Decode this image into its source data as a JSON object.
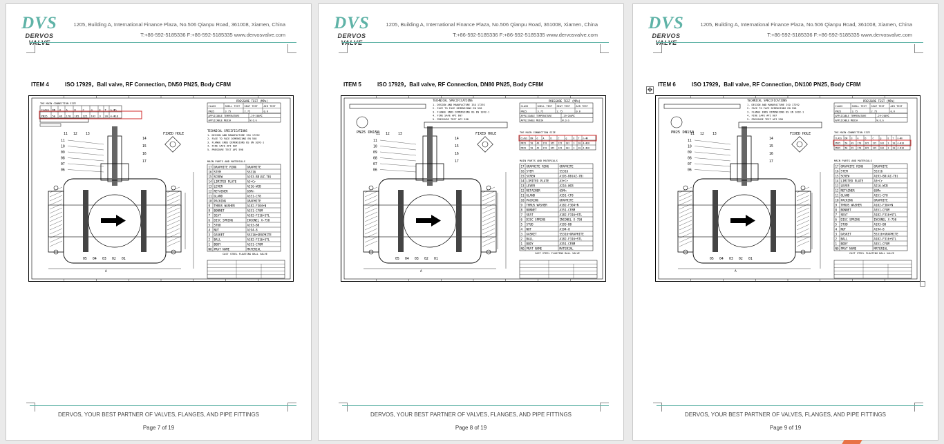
{
  "header": {
    "logo_mark": "DVS",
    "logo_text": "DERVOS VALVE",
    "address": "1205, Building A, International Finance Plaza, No.506 Qianpu Road, 361008, Xiamen, China",
    "contact": "T:+86-592-5185336   F:+86-592-5185335   www.dervosvalve.com"
  },
  "footer": {
    "tagline": "DERVOS, YOUR BEST PARTNER OF VALVES, FLANGES, AND PIPE FITTINGS"
  },
  "drawing_labels": {
    "conn_title": "THE MAIN CONNECTION SIZE",
    "pressure_title": "PRESSURE TEST (MPa)",
    "tech_title": "TECHNICAL SPECIFICATIONS",
    "fixed_hole": "FIXED HOLE",
    "parts_title": "MAIN PARTS AND MATERIALS",
    "valve_title": "CAST STEEL FLOATING BALL VALVE",
    "pn_label": "PN25  DN150"
  },
  "pages": [
    {
      "item_label": "ITEM 4",
      "item_desc": "ISO 17929，Ball valve, RF Connection, DN50 PN25, Body CF8M",
      "page_label": "Page 7 of 19"
    },
    {
      "item_label": "ITEM 5",
      "item_desc": "ISO 17929，Ball valve, RF Connection, DN80 PN25, Body CF8M",
      "page_label": "Page 8 of 19"
    },
    {
      "item_label": "ITEM 6",
      "item_desc": "ISO 17929，Ball valve, RF Connection, DN100 PN25, Body CF8M",
      "page_label": "Page 9 of 19"
    }
  ],
  "parts": [
    [
      "17",
      "GRAPHITE RING",
      "GRAPHITE"
    ],
    [
      "16",
      "STEM",
      "SS316"
    ],
    [
      "15",
      "SCREW",
      "A193-B8(AZ-70)"
    ],
    [
      "14",
      "LIMITED PLATE",
      "A3+Cr"
    ],
    [
      "13",
      "LEVER",
      "A216-WCB"
    ],
    [
      "12",
      "RETAINER",
      "65Mn"
    ],
    [
      "11",
      "GLAND",
      "A351-CF8"
    ],
    [
      "10",
      "PACKING",
      "GRAPHITE"
    ],
    [
      "9",
      "THRUS WASHER",
      "A182-F304+N"
    ],
    [
      "8",
      "BONNET",
      "A351-CF8M"
    ],
    [
      "7",
      "SEAT",
      "A182-F316+STL"
    ],
    [
      "6",
      "DISC SPRING",
      "INCONEL X-750"
    ],
    [
      "5",
      "STUD",
      "A193-B8"
    ],
    [
      "4",
      "NUT",
      "A194-8"
    ],
    [
      "3",
      "GASKET",
      "SS316+GRAPHITE"
    ],
    [
      "2",
      "BALL",
      "A182-F316+STL"
    ],
    [
      "1",
      "BODY",
      "A351-CF8M"
    ],
    [
      "NO.",
      "PRAT NAME",
      "MATERIAL"
    ]
  ],
  "tech_specs": [
    "1. DESIGN AND MANUFACTURE   ISO 17292",
    "2. FACE TO FACE DIMENSIONS  EN 558",
    "3. FLANGE ENDS DIMENSIONS   BS EN 1092-1",
    "4. FIRE SAFE                API 607",
    "5. PRESSURE TEST            API 598"
  ],
  "conn_header": [
    "CLASS",
    "DN",
    "d",
    "A",
    "D",
    "C",
    "g",
    "E",
    "T",
    "n-Φh"
  ],
  "conn_row": [
    "PN25",
    "50",
    "49",
    "178",
    "165",
    "125",
    "102",
    "3",
    "20",
    "4-Φ18"
  ],
  "pressure_header": [
    "CLASS",
    "SHELL TEST",
    "SEAT TEST",
    "AIR TEST"
  ],
  "pressure_row": [
    "PN25",
    "3.75",
    "2.75",
    "0.6"
  ],
  "temp": [
    "APPLICABLE TEMPERATURE",
    "-29~200℃"
  ],
  "media": [
    "APPLICABLE MEDIA",
    "W.O.G"
  ],
  "part_callouts_left": [
    "11",
    "10",
    "09",
    "08",
    "07",
    "06"
  ],
  "part_callouts_bottom": [
    "05",
    "04",
    "03",
    "02",
    "01"
  ],
  "part_callouts_right": [
    "14",
    "15",
    "16",
    "17"
  ],
  "colors": {
    "accent": "#5fb3a7",
    "highlight": "#d22b2b"
  }
}
